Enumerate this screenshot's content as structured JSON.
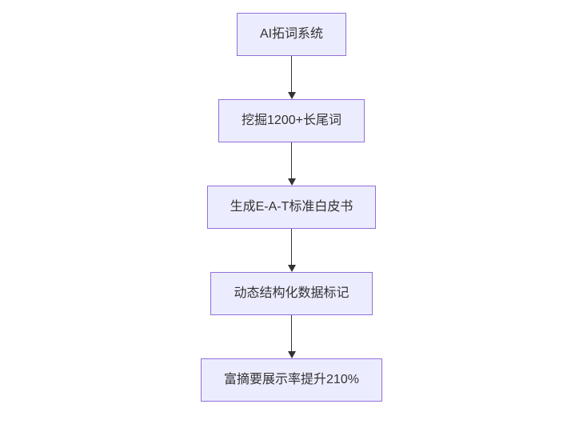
{
  "diagram": {
    "type": "flowchart",
    "direction": "top-down",
    "nodes": [
      {
        "id": "A",
        "label": "AI拓词系统"
      },
      {
        "id": "B",
        "label": "挖掘1200+长尾词"
      },
      {
        "id": "C",
        "label": "生成E-A-T标准白皮书"
      },
      {
        "id": "D",
        "label": "动态结构化数据标记"
      },
      {
        "id": "E",
        "label": "富摘要展示率提升210%"
      }
    ],
    "edges": [
      {
        "from": "A",
        "to": "B"
      },
      {
        "from": "B",
        "to": "C"
      },
      {
        "from": "C",
        "to": "D"
      },
      {
        "from": "D",
        "to": "E"
      }
    ],
    "colors": {
      "node_fill": "#ECECFF",
      "node_border": "#9370DB",
      "arrow": "#333333",
      "text": "#333333",
      "background": "#FFFFFF"
    }
  }
}
